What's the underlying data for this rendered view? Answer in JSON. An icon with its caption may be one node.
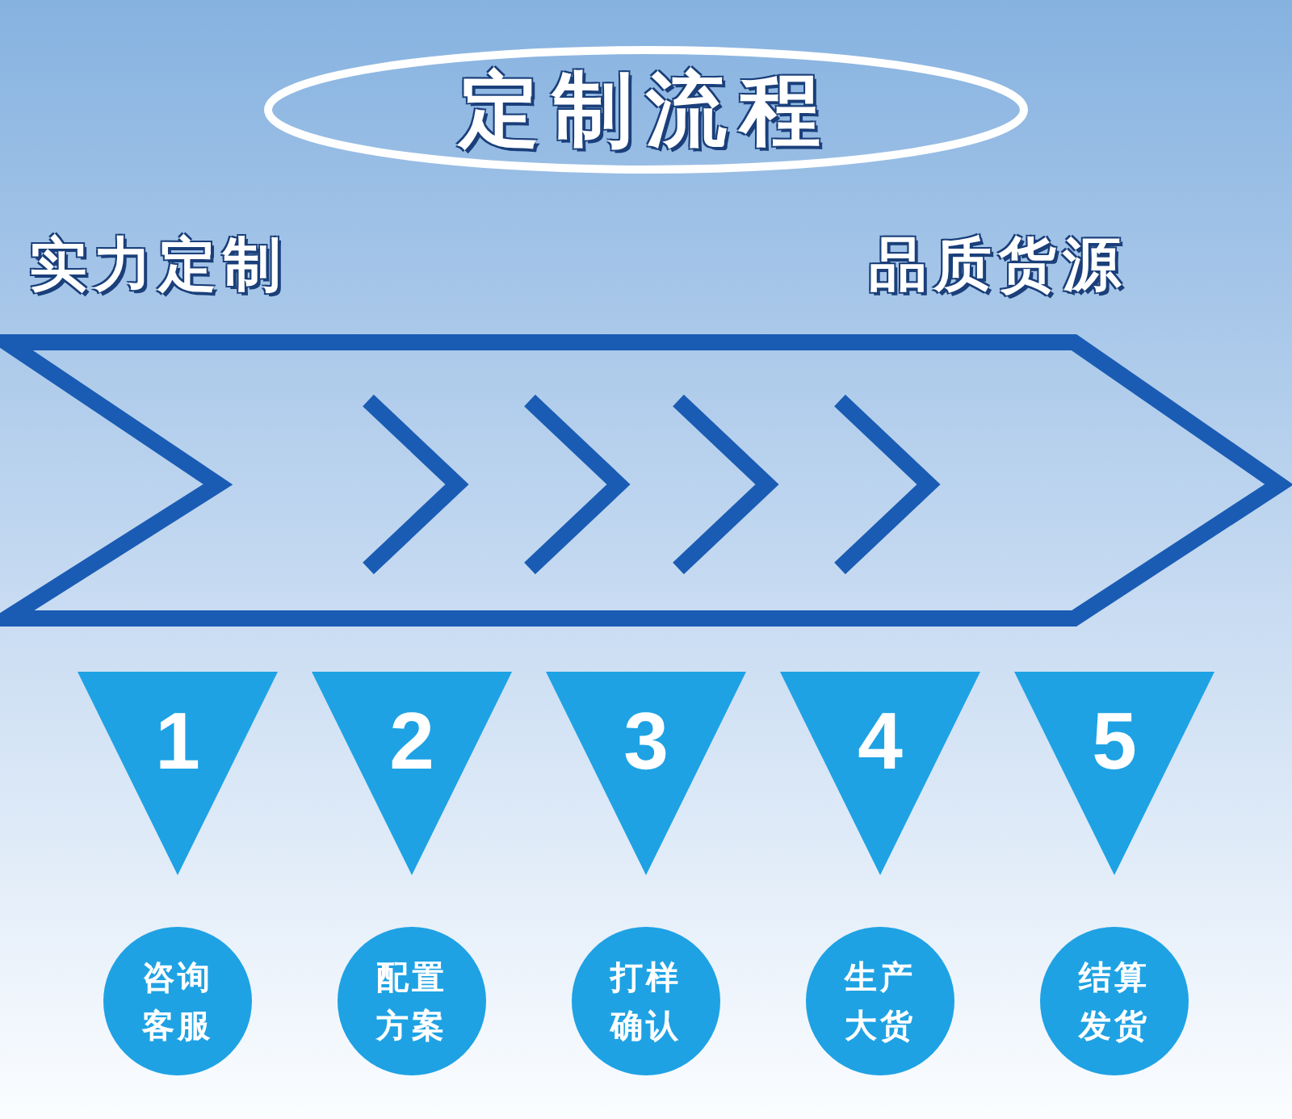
{
  "diagram": {
    "nodes": [
      {
        "text": [
          "定制流程"
        ]
      },
      {
        "text": [
          "1"
        ]
      },
      {
        "text": [
          "2"
        ]
      },
      {
        "text": [
          "3"
        ]
      },
      {
        "text": [
          "4"
        ]
      },
      {
        "text": [
          "5"
        ]
      },
      {
        "text": [
          "咨询客服"
        ]
      },
      {
        "text": [
          "配置方案"
        ]
      },
      {
        "text": [
          "打样确认"
        ]
      },
      {
        "text": [
          "生产大货"
        ]
      },
      {
        "text": [
          "结算发货"
        ]
      }
    ],
    "labels": [
      "实力定制",
      "品质货源"
    ]
  }
}
